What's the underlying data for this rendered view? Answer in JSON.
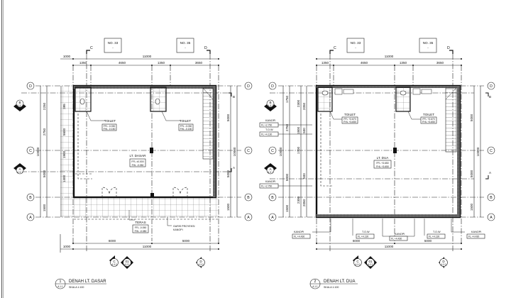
{
  "sheet": {
    "background": "#ffffff",
    "line_color": "#111111"
  },
  "plans": [
    {
      "id": "lt-dasar",
      "title": {
        "number": "1",
        "sheet_ref": "A.1.1",
        "name": "DENAH LT. DASAR",
        "scale": "SKALA 1:100"
      },
      "neighbors": [
        {
          "label": "NO. 33",
          "sub": "-"
        },
        {
          "label": "NO. 35",
          "sub": "-"
        }
      ],
      "top_dims": {
        "overall_left": "1000",
        "overall": "11000",
        "segments": [
          "1350",
          "4650",
          "1350",
          "3650"
        ]
      },
      "bottom_dims": {
        "overall_left": "1000",
        "segments": [
          "6000",
          "5000"
        ],
        "overall": "11000"
      },
      "grid_lines": [
        "D",
        "C",
        "B",
        "A"
      ],
      "left_dims": {
        "outer": [
          "2250",
          "2750",
          "5000",
          "1500"
        ],
        "total": "10000",
        "inner": [
          "395",
          "5600",
          "1900",
          "1400"
        ]
      },
      "right_dims": {
        "segments": [
          "5000",
          "5000",
          "1500"
        ],
        "total": "10000"
      },
      "section_marks": [
        {
          "letter": "B",
          "ref": "A.3.1"
        },
        {
          "letter": "A",
          "ref": "A.3.1"
        }
      ],
      "section_tags_top": [
        "C",
        "D"
      ],
      "section_tags_right": [
        "B",
        "A"
      ],
      "rooms": [
        {
          "name": "TOILET",
          "levels": [
            "FFL -0.030",
            "FHL -0.150"
          ]
        },
        {
          "name": "TOILET",
          "levels": [
            "FFL -0.030",
            "FHL -0.150"
          ]
        },
        {
          "name": "LT. DASAR",
          "levels": [
            "FFL ±0.000",
            "FHL -0.050"
          ]
        },
        {
          "name": "TERAS",
          "levels": [
            "FFL -0.050",
            "FHL -0.080"
          ]
        }
      ],
      "notes": [
        {
          "text": "GARIS PROYEKSI",
          "text2": "KANOPI"
        }
      ],
      "bottom_markers": [
        {
          "letter": "C",
          "ref": "A.3.2"
        },
        {
          "letter": "01",
          "ref": "A.2.1"
        },
        {
          "letter": "D",
          "ref": "A.3.2"
        }
      ]
    },
    {
      "id": "lt-dua",
      "title": {
        "number": "2",
        "sheet_ref": "A.1.1",
        "name": "DENAH LT. DUA",
        "scale": "SKALA 1:100"
      },
      "neighbors": [
        {
          "label": "NO. 33",
          "sub": "-"
        },
        {
          "label": "NO. 35",
          "sub": "-"
        }
      ],
      "top_dims": {
        "overall": "11000",
        "segments": [
          "1350",
          "4650",
          "1350",
          "3650"
        ]
      },
      "bottom_dims": {
        "segments": [
          "6000",
          "5000"
        ],
        "overall": "11000"
      },
      "grid_lines": [
        "D",
        "C",
        "B",
        "A"
      ],
      "left_dims": {
        "outer": [
          "1750",
          "2750",
          "5000",
          "1500"
        ],
        "total": "10000",
        "inner": [
          "2300",
          "1800",
          "1700",
          "1800",
          "2300"
        ],
        "inner2": [
          "2050",
          "500",
          "500",
          "2050"
        ]
      },
      "right_dims": {
        "segments": [
          "5000",
          "5000",
          "1500"
        ],
        "total": "10000"
      },
      "section_marks": [
        {
          "letter": "B",
          "ref": "A.3.1"
        },
        {
          "letter": "A",
          "ref": "A.3.1"
        }
      ],
      "section_tags_top": [
        "C",
        "D"
      ],
      "section_tags_right": [
        "B",
        "A"
      ],
      "side_tags": [
        {
          "name": "KANOPI",
          "level": "FL +2.750"
        },
        {
          "name": "T.O.W",
          "level": "FL +4.130"
        },
        {
          "name": "KANOPI",
          "level": "FL +2.750"
        }
      ],
      "rooms": [
        {
          "name": "TOILET",
          "levels": [
            "FFL +3.670",
            "FHL +3.650"
          ]
        },
        {
          "name": "TOILET",
          "levels": [
            "FFL +3.670",
            "FHL +3.650"
          ]
        },
        {
          "name": "LT. DUA",
          "levels": [
            "FFL +3.650",
            "FHL +3.650"
          ]
        }
      ],
      "bottom_tags": [
        {
          "name": "KANOPI",
          "level": "FL +4.430"
        },
        {
          "name": "T.O.W",
          "level": "FL +4.130"
        },
        {
          "name": "KANOPI",
          "level": "FL +4.430"
        },
        {
          "name": "T.O.W",
          "level": "FL +4.130"
        },
        {
          "name": "KANOPI",
          "level": "FL +4.430"
        }
      ],
      "bottom_markers": [
        {
          "letter": "C",
          "ref": "A.3.2"
        },
        {
          "letter": "01",
          "ref": "A.2.1"
        },
        {
          "letter": "D",
          "ref": "A.3.2"
        }
      ]
    }
  ]
}
